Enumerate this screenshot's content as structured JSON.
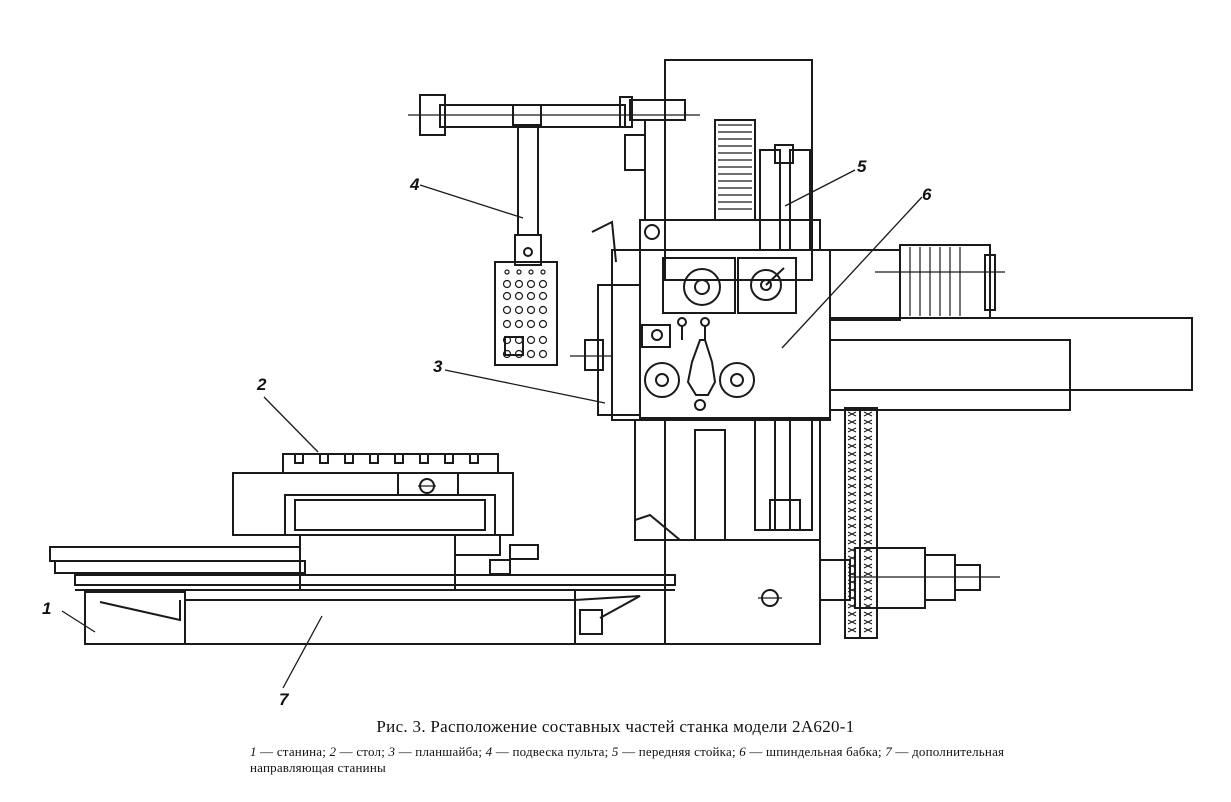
{
  "callouts": [
    "1",
    "2",
    "3",
    "4",
    "5",
    "6",
    "7"
  ],
  "caption": {
    "title": "Рис. 3. Расположение составных частей станка модели 2А620-1",
    "legend": [
      {
        "num": "1",
        "text": "станина;"
      },
      {
        "num": "2",
        "text": "стол;"
      },
      {
        "num": "3",
        "text": "планшайба;"
      },
      {
        "num": "4",
        "text": "подвеска пульта;"
      },
      {
        "num": "5",
        "text": "передняя стойка;"
      },
      {
        "num": "6",
        "text": "шпиндельная бабка;"
      },
      {
        "num": "7",
        "text": "дополнительная направляющая станины"
      }
    ]
  }
}
